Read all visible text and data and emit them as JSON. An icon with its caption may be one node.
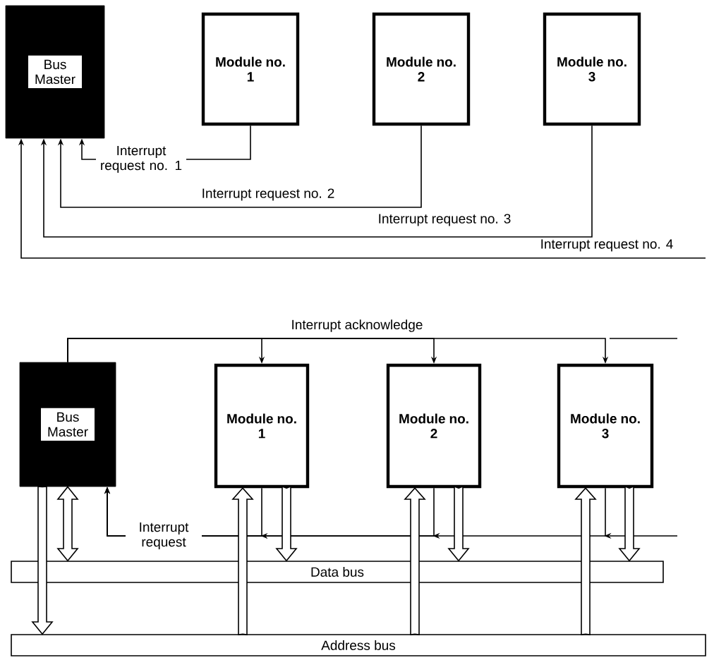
{
  "diagram": {
    "nodes": [
      {
        "text": [
          "Bus Master"
        ]
      },
      {
        "text": [
          "Module no. 1"
        ]
      },
      {
        "text": [
          "Module no. 2"
        ]
      },
      {
        "text": [
          "Module no. 3"
        ]
      },
      {
        "text": [
          "Bus Master"
        ]
      },
      {
        "text": [
          "Module no. 1"
        ]
      },
      {
        "text": [
          "Module no. 2"
        ]
      },
      {
        "text": [
          "Module no. 3"
        ]
      },
      {
        "text": [
          "Data bus"
        ]
      },
      {
        "text": [
          "Address bus"
        ]
      }
    ],
    "edges": [
      {
        "from": 1,
        "to": 0,
        "arrow": "to",
        "label": "Interrupt request no. 1"
      },
      {
        "from": 2,
        "to": 0,
        "arrow": "to",
        "label": "Interrupt request no. 2"
      },
      {
        "from": 3,
        "to": 0,
        "arrow": "to",
        "label": "Interrupt request no. 3"
      },
      {
        "from": null,
        "to": 0,
        "arrow": "to",
        "label": "Interrupt request no. 4"
      },
      {
        "from": 4,
        "to": 5,
        "arrow": "to"
      },
      {
        "from": 4,
        "to": 6,
        "arrow": "to"
      },
      {
        "from": 4,
        "to": 7,
        "arrow": "to"
      },
      {
        "from": 5,
        "to": 4,
        "arrow": "to"
      },
      {
        "from": 6,
        "to": 4,
        "arrow": "to"
      },
      {
        "from": 7,
        "to": 4,
        "arrow": "to"
      },
      {
        "from": 4,
        "to": 8,
        "arrow": "both",
        "style": "thick"
      },
      {
        "from": 4,
        "to": 9,
        "arrow": "to",
        "style": "thick"
      },
      {
        "from": 9,
        "to": 5,
        "arrow": "to",
        "style": "thick"
      },
      {
        "from": 5,
        "to": 8,
        "arrow": "to",
        "style": "thick"
      },
      {
        "from": 9,
        "to": 6,
        "arrow": "to",
        "style": "thick"
      },
      {
        "from": 6,
        "to": 8,
        "arrow": "to",
        "style": "thick"
      },
      {
        "from": 9,
        "to": 7,
        "arrow": "to",
        "style": "thick"
      },
      {
        "from": 7,
        "to": 8,
        "arrow": "to",
        "style": "thick"
      }
    ],
    "labels": [
      "Interrupt acknowledge",
      "Interrupt request"
    ]
  }
}
